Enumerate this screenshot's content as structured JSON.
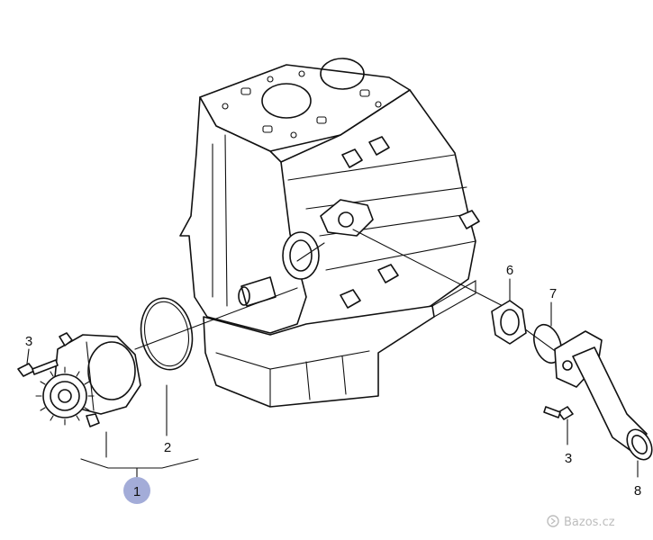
{
  "diagram": {
    "callouts": [
      {
        "id": "c1",
        "label": "1",
        "highlighted": true
      },
      {
        "id": "c2",
        "label": "2"
      },
      {
        "id": "c3a",
        "label": "3"
      },
      {
        "id": "c3b",
        "label": "3"
      },
      {
        "id": "c6",
        "label": "6"
      },
      {
        "id": "c7",
        "label": "7"
      },
      {
        "id": "c8",
        "label": "8"
      }
    ],
    "highlight_color": "#a3acd8"
  },
  "watermark": {
    "text": "Bazos.cz"
  }
}
